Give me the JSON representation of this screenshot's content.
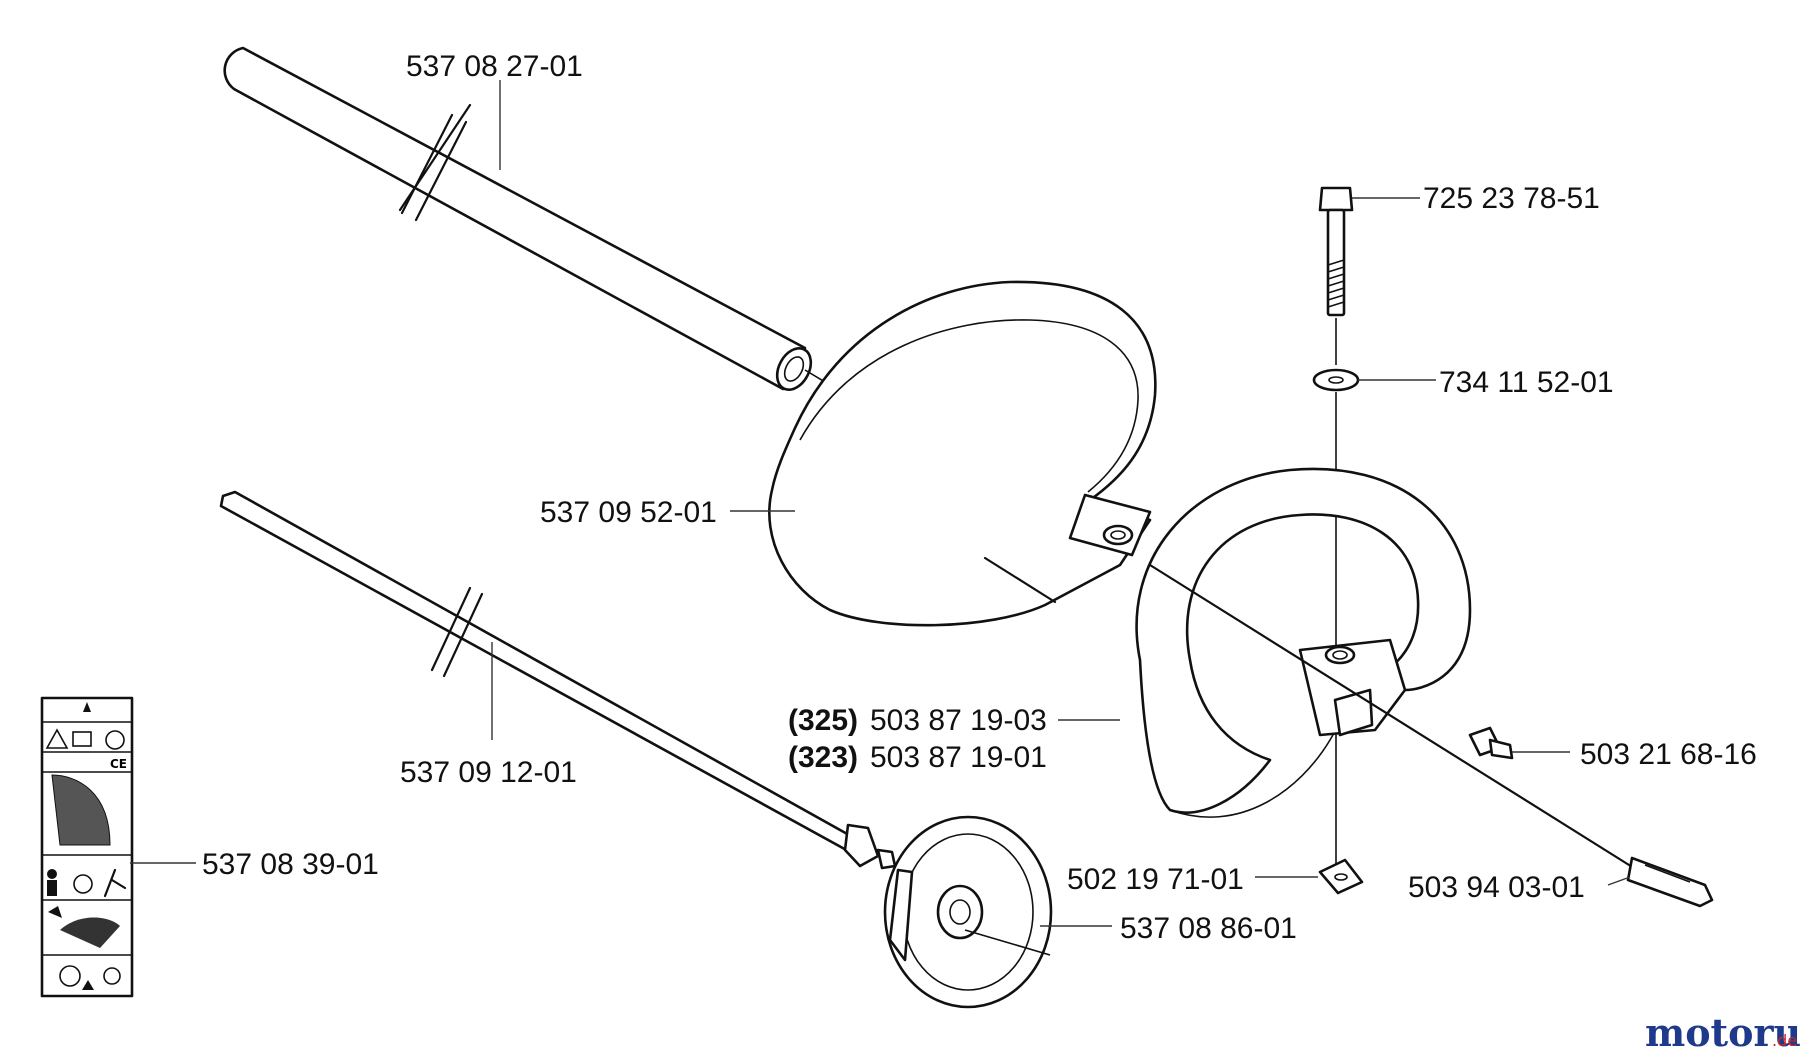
{
  "parts": {
    "tube": "537 08 27-01",
    "bolt": "725 23 78-51",
    "washer": "734 11 52-01",
    "guard": "537 09 52-01",
    "handle_prefix_a": "(325)",
    "handle_a": "503 87 19-03",
    "handle_prefix_b": "(323)",
    "handle_b": "503 87 19-01",
    "screw": "503 21 68-16",
    "shaft": "537 09 12-01",
    "decal": "537 08 39-01",
    "nut": "502 19 71-01",
    "switch": "503 94 03-01",
    "cover": "537 08 86-01"
  },
  "brand": {
    "name": "motoruf",
    "suffix": ".de"
  },
  "decal_text": {
    "ce": "CE"
  },
  "colors": {
    "line": "#111111",
    "brand_blue": "#1f3a8a",
    "brand_red": "#c62828"
  }
}
